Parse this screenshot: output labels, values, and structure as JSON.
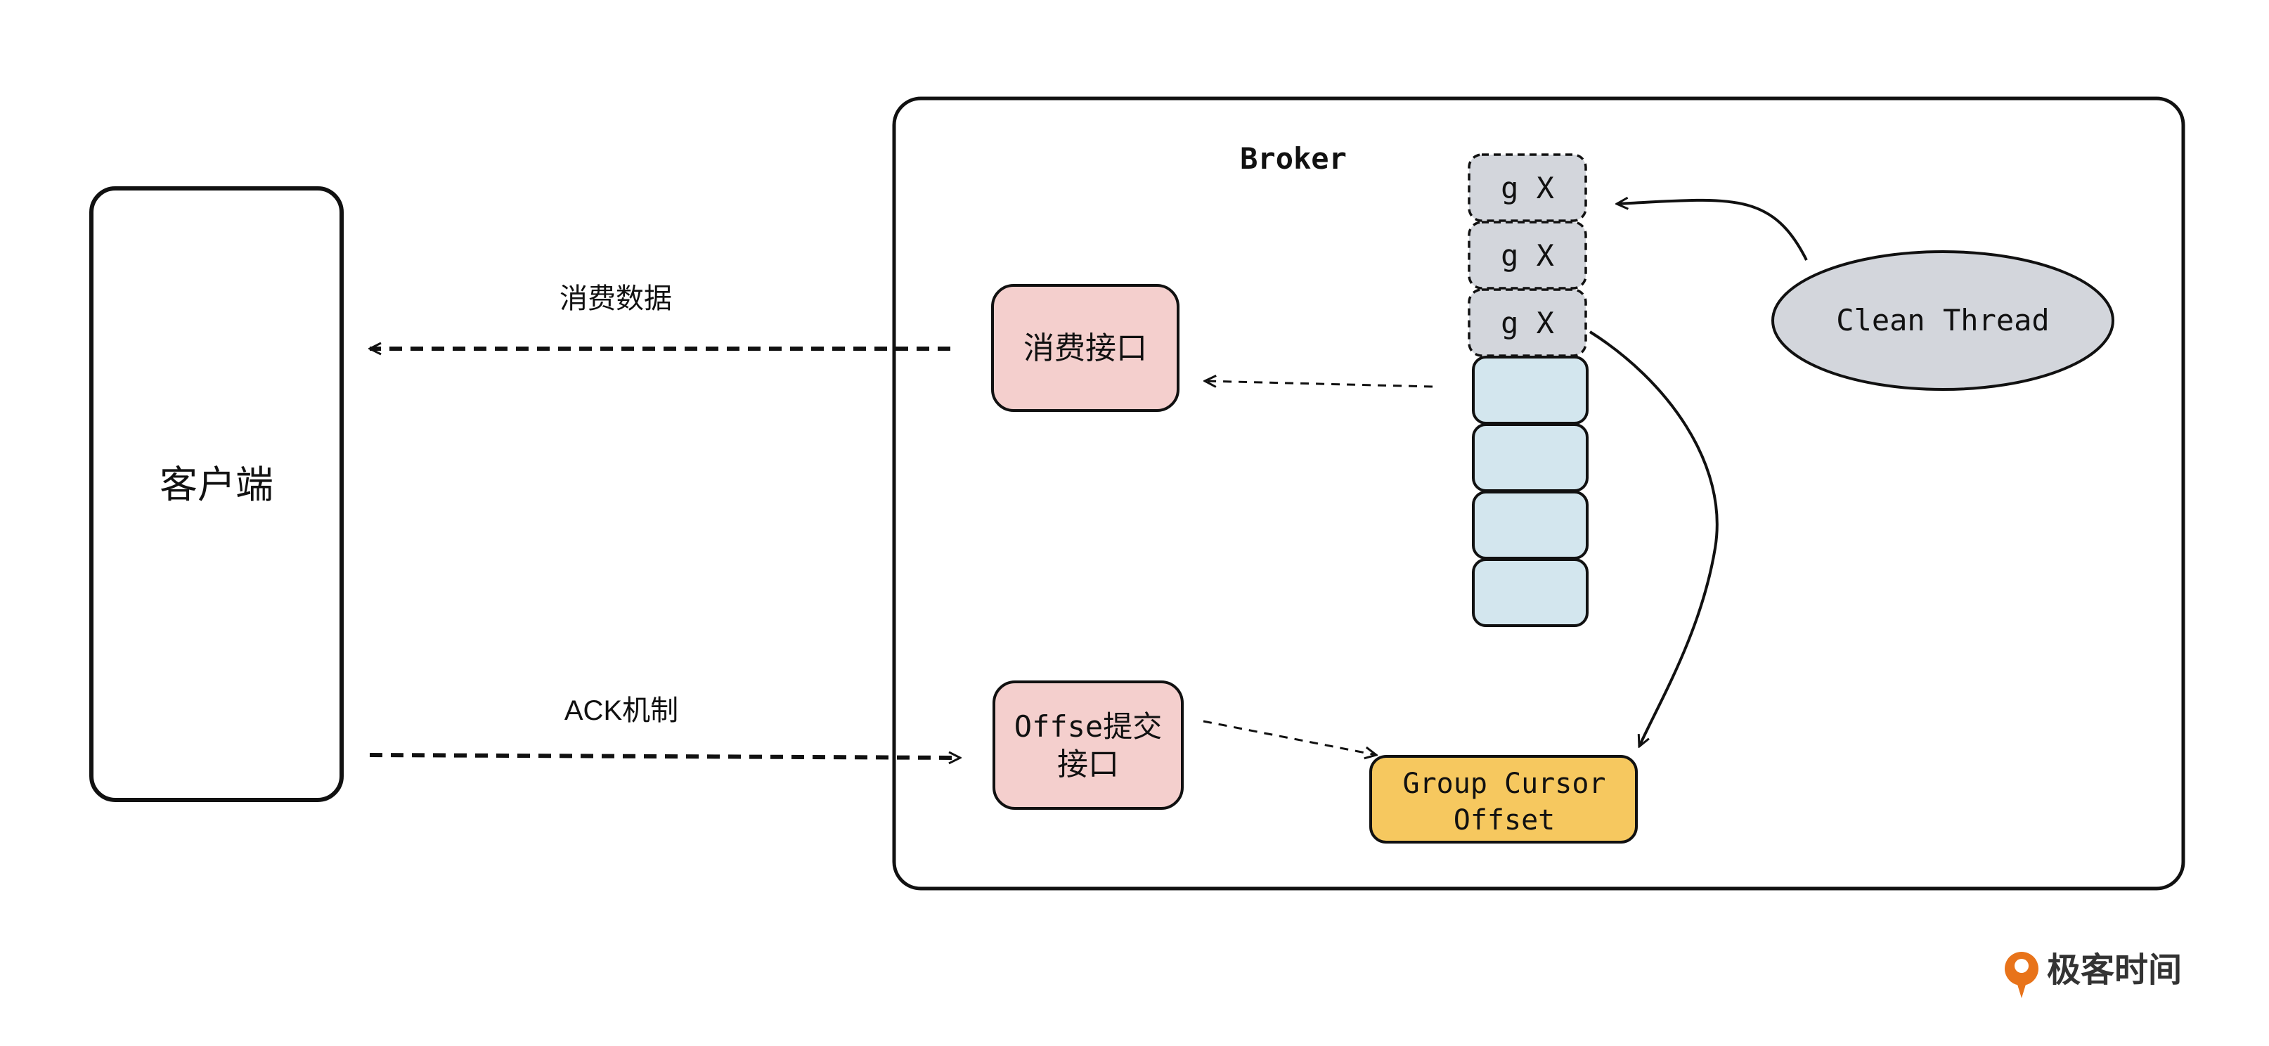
{
  "client": {
    "label": "客户端"
  },
  "broker": {
    "label": "Broker",
    "consume_api": "消费接口",
    "offset_api_line1": "Offse提交",
    "offset_api_line2": "接口",
    "group_cursor_line1": "Group Cursor",
    "group_cursor_line2": "Offset",
    "clean_thread": "Clean Thread",
    "cleaned_segments": [
      "g X",
      "g X",
      "g X"
    ],
    "active_segment_count": 4
  },
  "edges": {
    "consume_data": "消费数据",
    "ack_mechanism": "ACK机制"
  },
  "watermark": {
    "text": "极客时间"
  },
  "colors": {
    "stroke": "#111111",
    "consume_api_fill": "#f4cfcd",
    "group_cursor_fill": "#f6c85f",
    "cleaned_segment_fill": "#d3d6dc",
    "active_segment_fill": "#d3e6ee",
    "clean_thread_fill": "#d3d6dc",
    "watermark_orange": "#e8731a"
  }
}
